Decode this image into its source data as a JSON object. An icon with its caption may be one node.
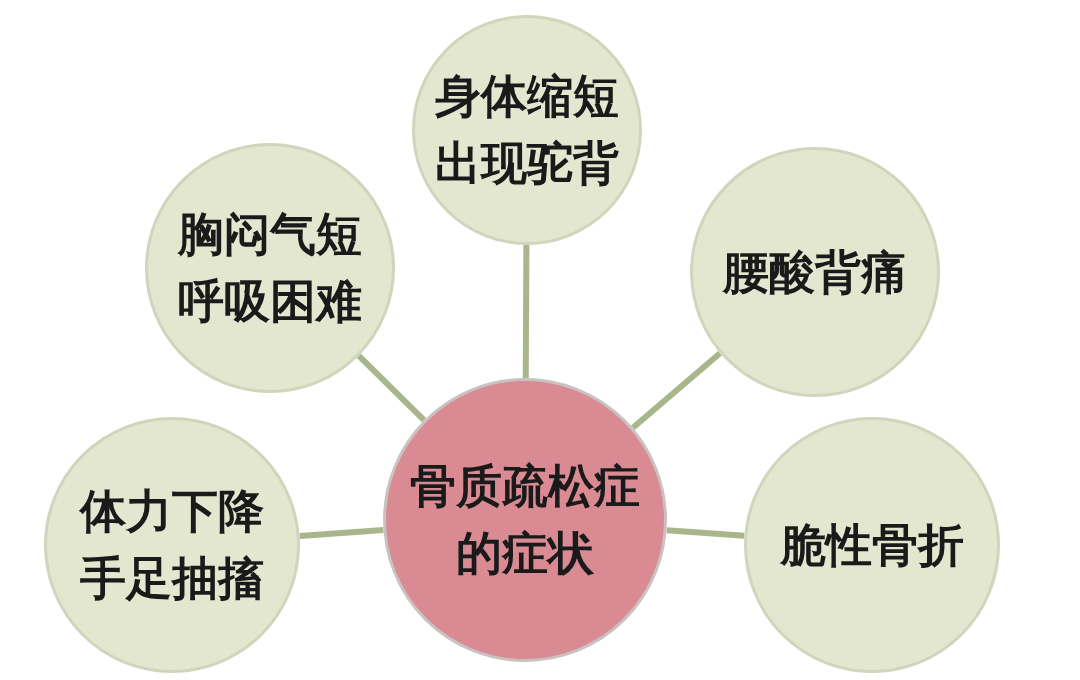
{
  "diagram": {
    "nodes": [
      {
        "text": [
          "身体缩短出现驼背"
        ]
      },
      {
        "text": [
          "胸闷气短呼吸困难"
        ]
      },
      {
        "text": [
          "腰酸背痛"
        ]
      },
      {
        "text": [
          "体力下降手足抽搐"
        ]
      },
      {
        "text": [
          "骨质疏松症的症状"
        ]
      },
      {
        "text": [
          "脆性骨折"
        ]
      }
    ],
    "edges": [
      {
        "from": 4,
        "to": 0,
        "arrow": "none"
      },
      {
        "from": 4,
        "to": 1,
        "arrow": "none"
      },
      {
        "from": 4,
        "to": 2,
        "arrow": "none"
      },
      {
        "from": 4,
        "to": 3,
        "arrow": "none"
      },
      {
        "from": 4,
        "to": 5,
        "arrow": "none"
      }
    ]
  }
}
